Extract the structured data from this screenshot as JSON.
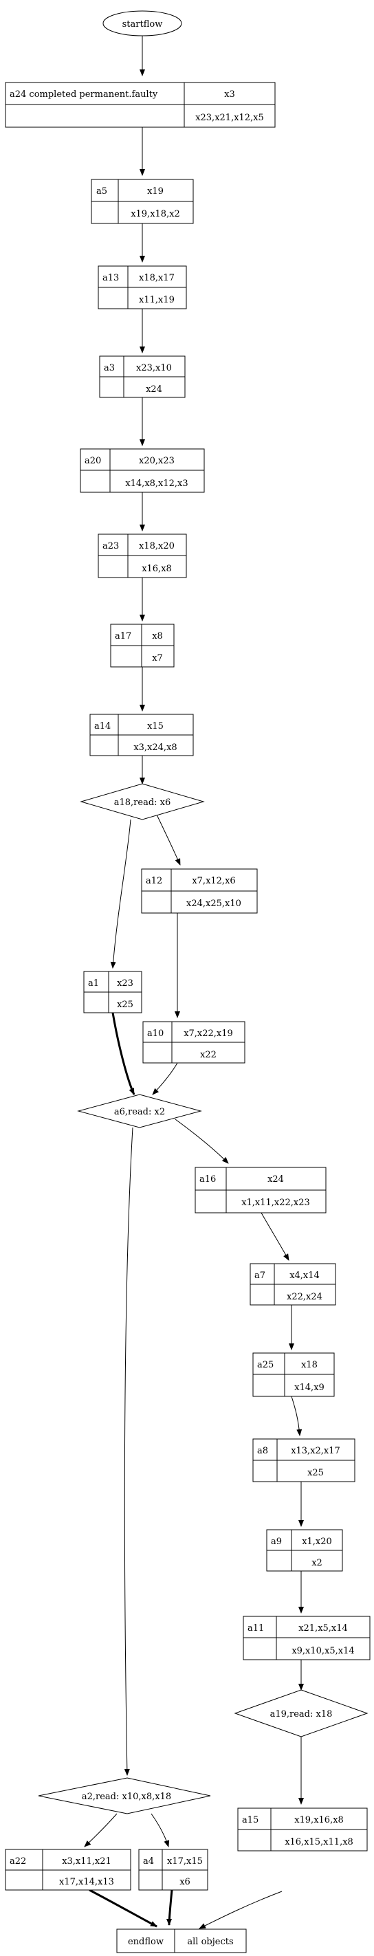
{
  "nodes": {
    "startflow": {
      "label": "startflow"
    },
    "a24": {
      "id": "a24 completed permanent.faulty",
      "top": "x3",
      "bottom": "x23,x21,x12,x5"
    },
    "a5": {
      "id": "a5",
      "top": "x19",
      "bottom": "x19,x18,x2"
    },
    "a13": {
      "id": "a13",
      "top": "x18,x17",
      "bottom": "x11,x19"
    },
    "a3": {
      "id": "a3",
      "top": "x23,x10",
      "bottom": "x24"
    },
    "a20": {
      "id": "a20",
      "top": "x20,x23",
      "bottom": "x14,x8,x12,x3"
    },
    "a23": {
      "id": "a23",
      "top": "x18,x20",
      "bottom": "x16,x8"
    },
    "a17": {
      "id": "a17",
      "top": "x8",
      "bottom": "x7"
    },
    "a14": {
      "id": "a14",
      "top": "x15",
      "bottom": "x3,x24,x8"
    },
    "a18": {
      "label": "a18,read: x6"
    },
    "a12": {
      "id": "a12",
      "top": "x7,x12,x6",
      "bottom": "x24,x25,x10"
    },
    "a1": {
      "id": "a1",
      "top": "x23",
      "bottom": "x25"
    },
    "a10": {
      "id": "a10",
      "top": "x7,x22,x19",
      "bottom": "x22"
    },
    "a6": {
      "label": "a6,read: x2"
    },
    "a16": {
      "id": "a16",
      "top": "x24",
      "bottom": "x1,x11,x22,x23"
    },
    "a7": {
      "id": "a7",
      "top": "x4,x14",
      "bottom": "x22,x24"
    },
    "a25": {
      "id": "a25",
      "top": "x18",
      "bottom": "x14,x9"
    },
    "a8": {
      "id": "a8",
      "top": "x13,x2,x17",
      "bottom": "x25"
    },
    "a9": {
      "id": "a9",
      "top": "x1,x20",
      "bottom": "x2"
    },
    "a11": {
      "id": "a11",
      "top": "x21,x5,x14",
      "bottom": "x9,x10,x5,x14"
    },
    "a2": {
      "label": "a2,read: x10,x8,x18"
    },
    "a19": {
      "label": "a19,read: x18"
    },
    "a22": {
      "id": "a22",
      "top": "x3,x11,x21",
      "bottom": "x17,x14,x13"
    },
    "a4": {
      "id": "a4",
      "top": "x17,x15",
      "bottom": "x6"
    },
    "a15": {
      "id": "a15",
      "top": "x19,x16,x8",
      "bottom": "x16,x15,x11,x8"
    },
    "endflow": {
      "left": "endflow",
      "right": "all objects"
    }
  }
}
